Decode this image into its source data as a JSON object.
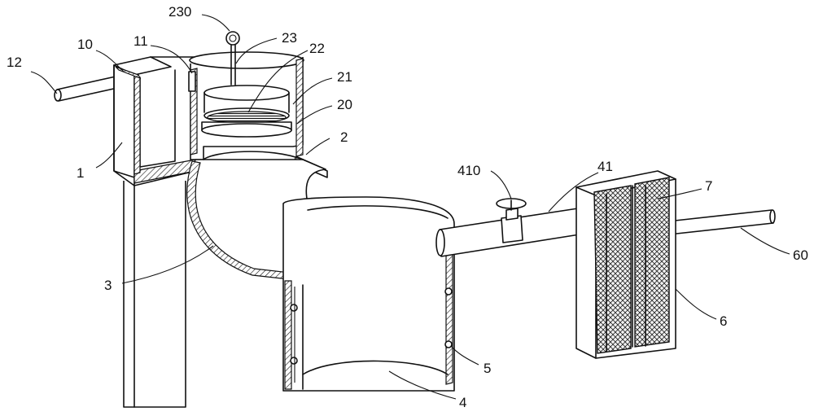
{
  "labels": {
    "n1": "1",
    "n2": "2",
    "n3": "3",
    "n4": "4",
    "n5": "5",
    "n6": "6",
    "n7": "7",
    "n10": "10",
    "n11": "11",
    "n12": "12",
    "n20": "20",
    "n21": "21",
    "n22": "22",
    "n23": "23",
    "n41": "41",
    "n60": "60",
    "n230": "230",
    "n410": "410"
  }
}
